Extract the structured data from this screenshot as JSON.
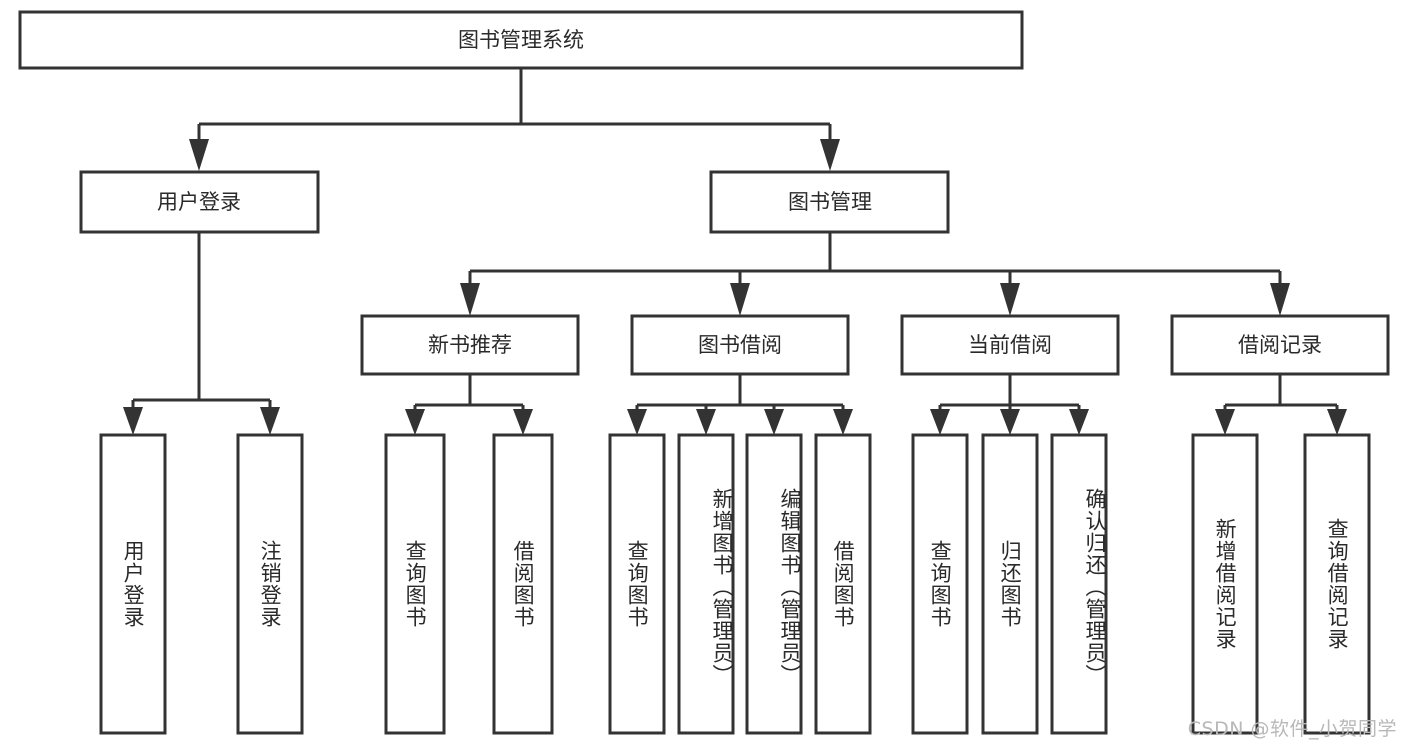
{
  "diagram": {
    "type": "tree-hierarchy",
    "title": "图书管理系统",
    "orientation": "top-down",
    "background_color": "#ffffff",
    "line_color": "#333333",
    "box_fill": "#ffffff",
    "text_color": "#2a2a2a"
  },
  "nodes": {
    "root": {
      "label": "图书管理系统"
    },
    "level2": [
      {
        "id": "user-login",
        "label": "用户登录"
      },
      {
        "id": "book-manage",
        "label": "图书管理"
      }
    ],
    "level3": [
      {
        "id": "new-book-recommend",
        "label": "新书推荐"
      },
      {
        "id": "book-borrow",
        "label": "图书借阅"
      },
      {
        "id": "current-borrow",
        "label": "当前借阅"
      },
      {
        "id": "borrow-record",
        "label": "借阅记录"
      }
    ],
    "leaves": {
      "user-login": [
        {
          "id": "leaf-user-login",
          "label": "用户登录"
        },
        {
          "id": "leaf-user-logout",
          "label": "注销登录"
        }
      ],
      "new-book-recommend": [
        {
          "id": "leaf-query-book-1",
          "label": "查询图书"
        },
        {
          "id": "leaf-borrow-book-1",
          "label": "借阅图书"
        }
      ],
      "book-borrow": [
        {
          "id": "leaf-query-book-2",
          "label": "查询图书"
        },
        {
          "id": "leaf-add-book",
          "label": "新增图书（管理员）"
        },
        {
          "id": "leaf-edit-book",
          "label": "编辑图书（管理员）"
        },
        {
          "id": "leaf-borrow-book-2",
          "label": "借阅图书"
        }
      ],
      "current-borrow": [
        {
          "id": "leaf-query-book-3",
          "label": "查询图书"
        },
        {
          "id": "leaf-return-book",
          "label": "归还图书"
        },
        {
          "id": "leaf-confirm-return",
          "label": "确认归还（管理员）"
        }
      ],
      "borrow-record": [
        {
          "id": "leaf-add-record",
          "label": "新增借阅记录"
        },
        {
          "id": "leaf-query-record",
          "label": "查询借阅记录"
        }
      ]
    }
  },
  "watermark": {
    "text": "CSDN @软件_小贺同学"
  }
}
